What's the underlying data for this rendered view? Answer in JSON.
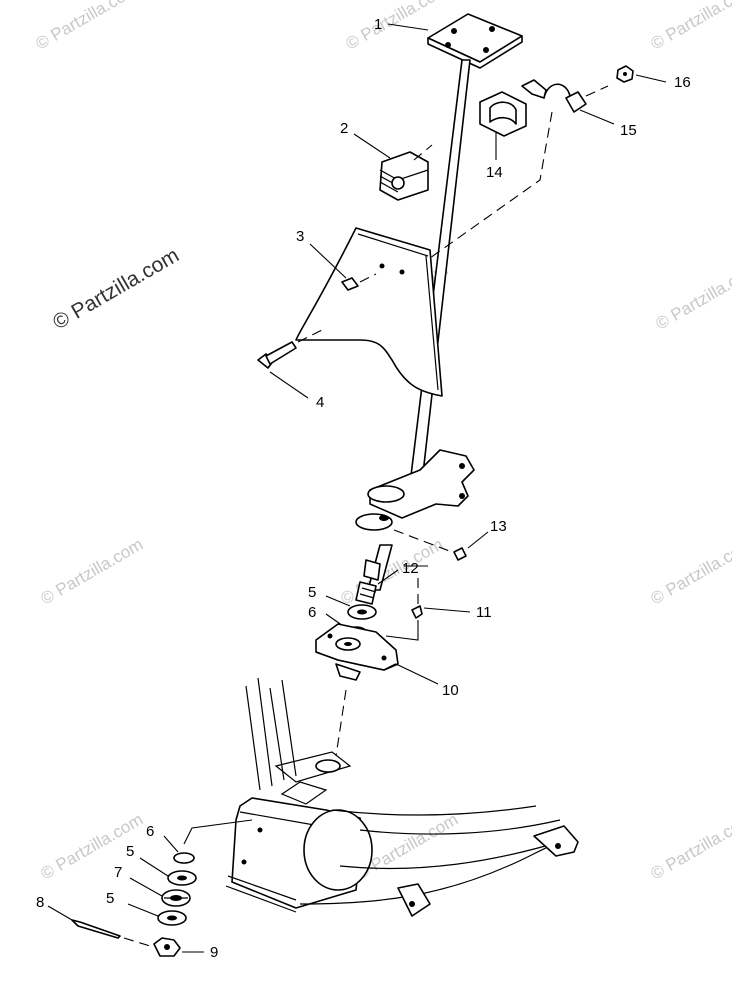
{
  "watermark": {
    "text": "© Partzilla.com",
    "large_text": "© Partzilla.com"
  },
  "callouts": {
    "c1": "1",
    "c2": "2",
    "c3": "3",
    "c4": "4",
    "c5a": "5",
    "c5b": "5",
    "c5c": "5",
    "c6a": "6",
    "c6b": "6",
    "c7": "7",
    "c8": "8",
    "c9": "9",
    "c10": "10",
    "c11": "11",
    "c12": "12",
    "c13": "13",
    "c14": "14",
    "c15": "15",
    "c16": "16"
  }
}
